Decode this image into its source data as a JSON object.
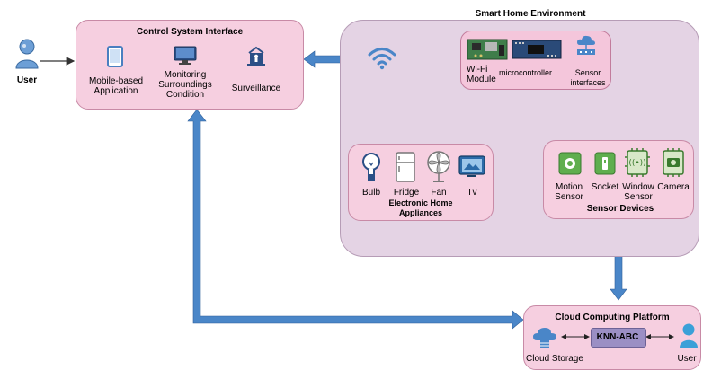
{
  "user_left": {
    "label": "User"
  },
  "control": {
    "title": "Control System Interface",
    "items": [
      {
        "icon": "tablet-icon",
        "label": "Mobile-based\nApplication"
      },
      {
        "icon": "monitor-icon",
        "label": "Monitoring\nSurroundings\nCondition"
      },
      {
        "icon": "surveillance-icon",
        "label": "Surveillance"
      }
    ]
  },
  "smart_home": {
    "title": "Smart Home Environment",
    "hardware": [
      {
        "icon": "wifi-module-board-icon",
        "label": "Wi-Fi\nModule"
      },
      {
        "icon": "microcontroller-board-icon",
        "label": "microcontroller"
      },
      {
        "icon": "sensor-interface-icon",
        "label": "Sensor\ninterfaces"
      }
    ],
    "appliances": {
      "title": "Electronic Home\nAppliances",
      "items": [
        {
          "icon": "bulb-icon",
          "label": "Bulb"
        },
        {
          "icon": "fridge-icon",
          "label": "Fridge"
        },
        {
          "icon": "fan-icon",
          "label": "Fan"
        },
        {
          "icon": "tv-icon",
          "label": "Tv"
        }
      ]
    },
    "sensors": {
      "title": "Sensor Devices",
      "items": [
        {
          "icon": "motion-sensor-icon",
          "label": "Motion\nSensor"
        },
        {
          "icon": "socket-icon",
          "label": "Socket"
        },
        {
          "icon": "window-sensor-icon",
          "label": "Window\nSensor"
        },
        {
          "icon": "camera-icon",
          "label": "Camera"
        }
      ]
    }
  },
  "cloud": {
    "title": "Cloud Computing Platform",
    "storage_label": "Cloud Storage",
    "algorithm": "KNN-ABC",
    "user_label": "User"
  },
  "colors": {
    "pink_box": "#f6cfe0",
    "lavender_box": "#e4d3e4",
    "arrow_blue": "#4a86c8",
    "algo_box": "#9b8fc4"
  }
}
